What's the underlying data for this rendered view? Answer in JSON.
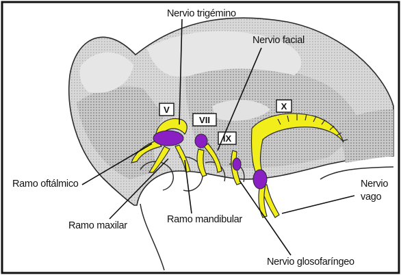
{
  "labels": {
    "trigemino": "Nervio trigémino",
    "facial": "Nervio facial",
    "oftalmico": "Ramo oftálmico",
    "maxilar": "Ramo maxilar",
    "mandibular": "Ramo mandibular",
    "glosofaringeo": "Nervio glosofaríngeo",
    "vago_line1": "Nervio",
    "vago_line2": "vago"
  },
  "numerals": {
    "v": "V",
    "vii": "VII",
    "ix": "IX",
    "x": "X"
  },
  "colors": {
    "ganglion": "#8a1fc4",
    "nerve": "#f2ee1c",
    "tissue": "#bdbdbd",
    "outline": "#2a2a2a",
    "frame": "#111111"
  }
}
